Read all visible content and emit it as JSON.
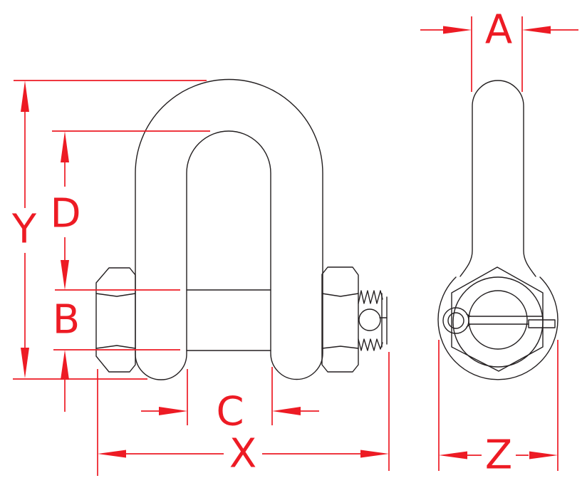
{
  "drawing": {
    "background_color": "#ffffff",
    "outline_color": "#231f20",
    "dimension_color": "#ed1b24",
    "dimensions": {
      "A": "A",
      "B": "B",
      "C": "C",
      "D": "D",
      "X": "X",
      "Y": "Y",
      "Z": "Z"
    }
  }
}
